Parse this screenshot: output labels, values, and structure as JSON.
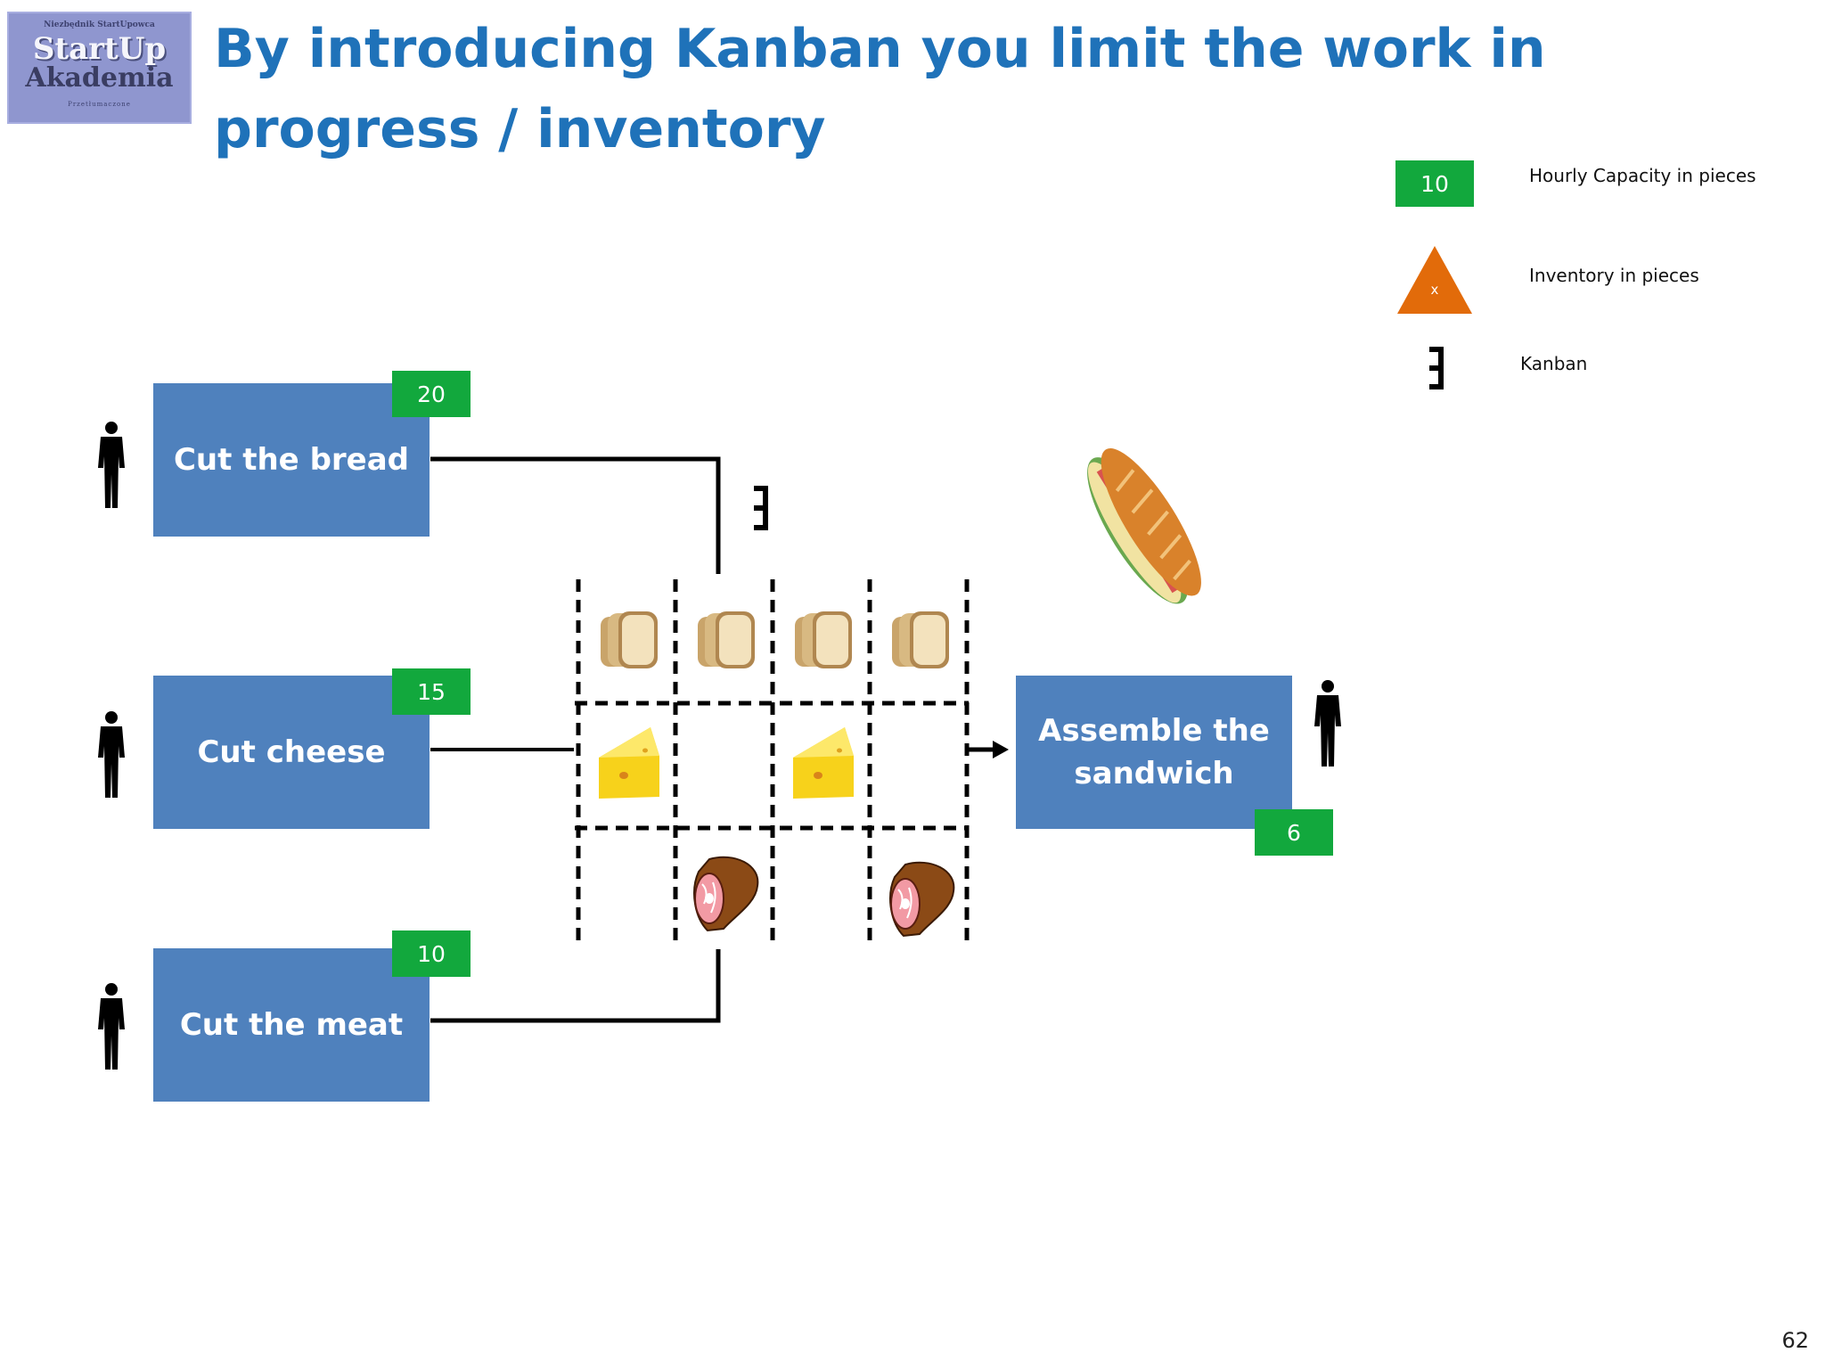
{
  "logo": {
    "top_text": "Niezbędnik StartUpowca",
    "line1": "StartUp",
    "line2": "Akademia",
    "bottom_text": "Przetłumaczone"
  },
  "title": "By introducing Kanban you limit the work in progress / inventory",
  "legend": {
    "capacity_value": "10",
    "capacity_label": "Hourly Capacity in pieces",
    "inventory_symbol": "x",
    "inventory_label": "Inventory in pieces",
    "kanban_label": "Kanban"
  },
  "processes": {
    "bread": {
      "label": "Cut the bread",
      "capacity": "20"
    },
    "cheese": {
      "label": "Cut cheese",
      "capacity": "15"
    },
    "meat": {
      "label": "Cut the meat",
      "capacity": "10"
    },
    "assemble": {
      "label": "Assemble the sandwich",
      "capacity": "6"
    }
  },
  "kanban_grid": {
    "rows": [
      {
        "item": "bread",
        "slots": [
          true,
          true,
          true,
          true
        ]
      },
      {
        "item": "cheese",
        "slots": [
          true,
          false,
          true,
          false
        ]
      },
      {
        "item": "meat",
        "slots": [
          false,
          true,
          false,
          true
        ]
      }
    ]
  },
  "colors": {
    "process_box": "#4f81bd",
    "capacity_badge": "#12a83d",
    "inventory_triangle": "#e26b0a",
    "title": "#1f72b9"
  },
  "page_number": "62"
}
